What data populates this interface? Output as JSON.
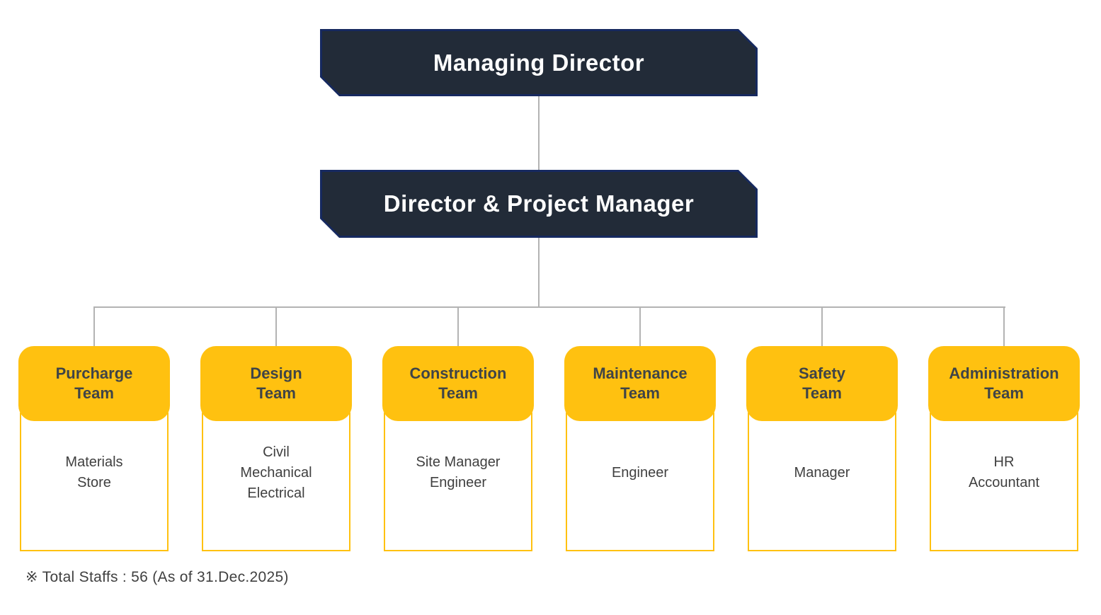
{
  "org": {
    "managing_director": "Managing Director",
    "director_pm": "Director & Project Manager",
    "teams": [
      {
        "title": "Purcharge\nTeam",
        "members": "Materials\nStore"
      },
      {
        "title": "Design\nTeam",
        "members": "Civil\nMechanical\nElectrical"
      },
      {
        "title": "Construction\nTeam",
        "members": "Site Manager\nEngineer"
      },
      {
        "title": "Maintenance\nTeam",
        "members": "Engineer"
      },
      {
        "title": "Safety\nTeam",
        "members": "Manager"
      },
      {
        "title": "Administration\nTeam",
        "members": "HR\nAccountant"
      }
    ],
    "note": "※ Total Staffs : 56 (As of 31.Dec.2025)"
  },
  "colors": {
    "node_fill": "#222B38",
    "node_border": "#16295F",
    "node_text": "#FFFFFF",
    "accent_gold": "#FFC110",
    "connector_gray": "#B3B3B3",
    "body_text": "#404040"
  }
}
